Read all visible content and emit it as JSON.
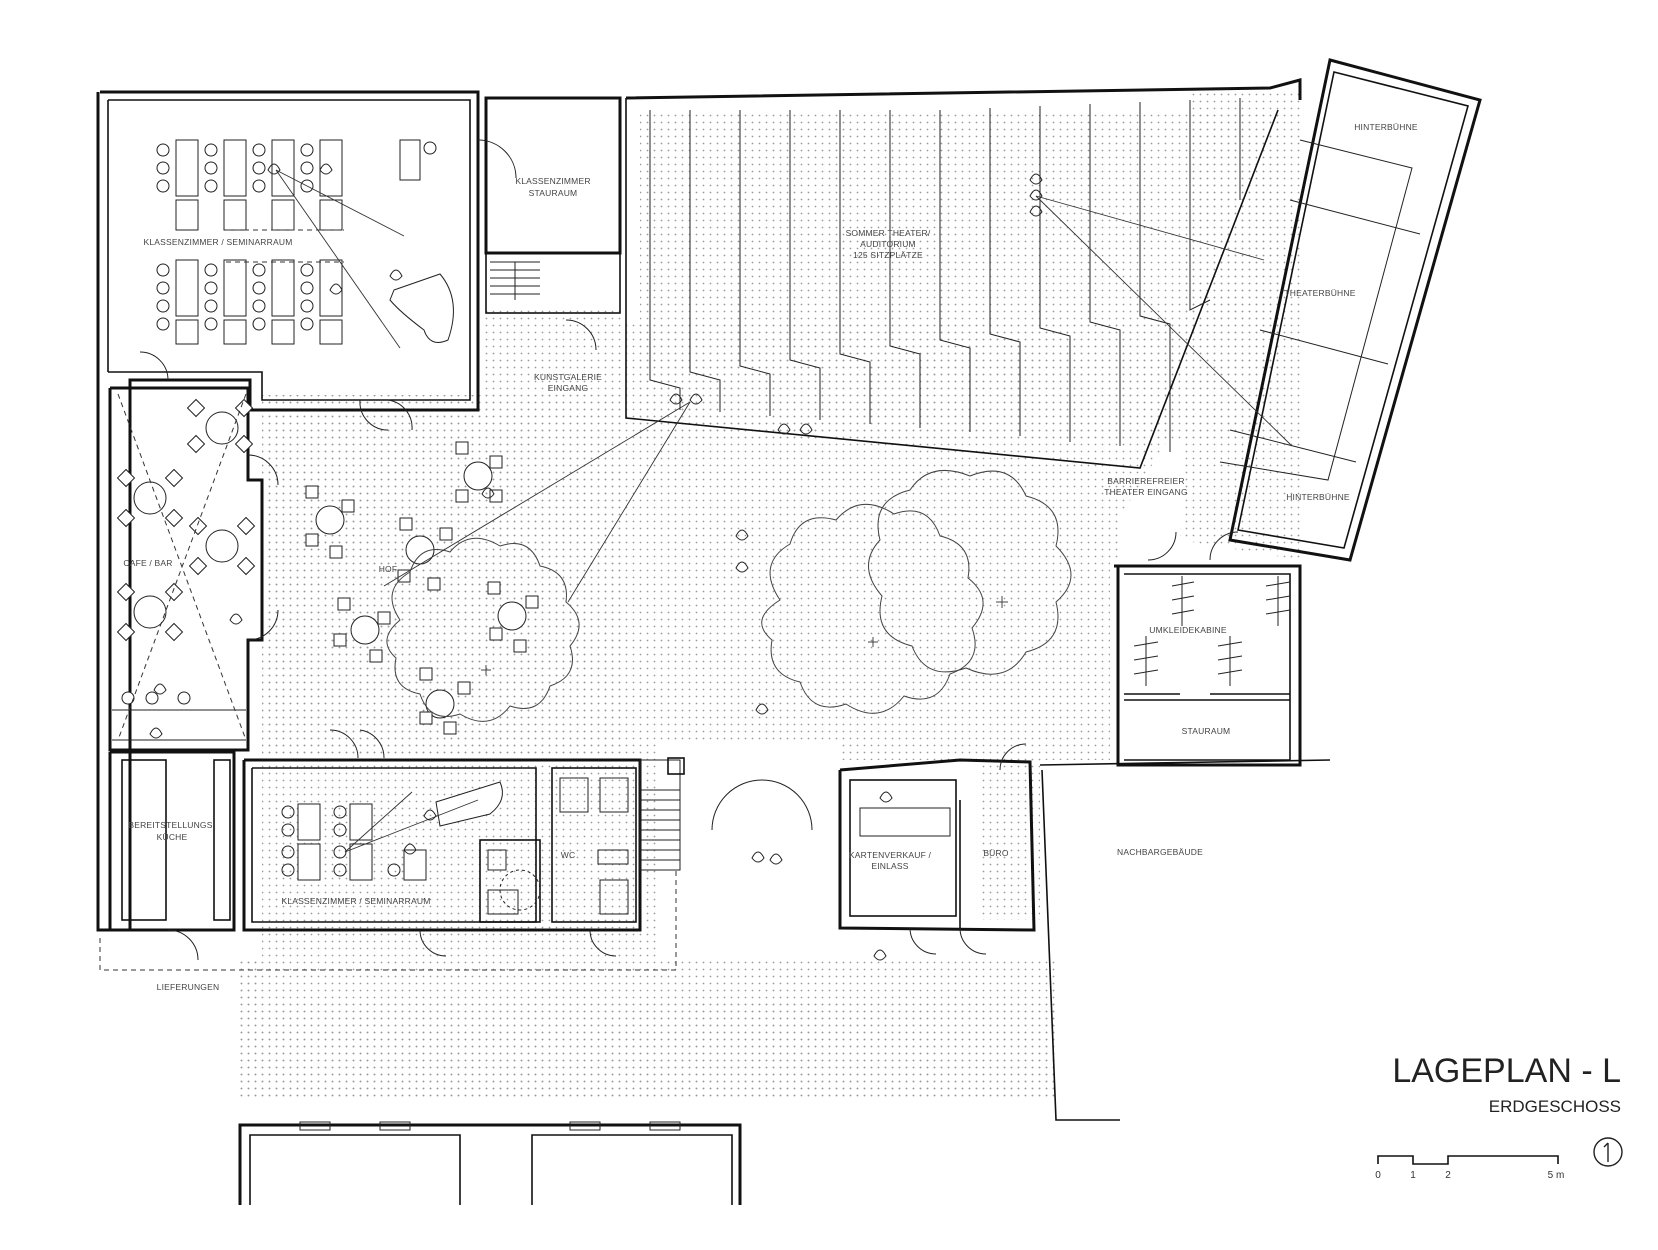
{
  "title": "LAGEPLAN - L",
  "subtitle": "ERDGESCHOSS",
  "scale_bar": {
    "ticks": [
      "0",
      "1",
      "2",
      "5 m"
    ]
  },
  "rooms": {
    "klassenzimmer_top": "KLASSENZIMMER / SEMINARRAUM",
    "klassenzimmer_stauraum_1": "KLASSENZIMMER",
    "klassenzimmer_stauraum_2": "STAURAUM",
    "sommer_theater_1": "SOMMER THEATER/",
    "sommer_theater_2": "AUDITORIUM",
    "sommer_theater_3": "125 SITZPLÄTZE",
    "kunstgalerie_1": "KUNSTGALERIE",
    "kunstgalerie_2": "EINGANG",
    "hinterbuehne_top": "HINTERBÜHNE",
    "theaterbuehne": "THEATERBÜHNE",
    "hinterbuehne_bottom": "HINTERBÜHNE",
    "barrierefrei_1": "BARRIEREFREIER",
    "barrierefrei_2": "THEATER EINGANG",
    "cafe_bar": "CAFE / BAR",
    "hof": "HOF",
    "umkleidekabine": "UMKLEIDEKABINE",
    "stauraum": "STAURAUM",
    "bereitstellung_1": "BEREITSTELLUNGS-",
    "bereitstellung_2": "KÜCHE",
    "klassenzimmer_bottom": "KLASSENZIMMER / SEMINARRAUM",
    "wc": "WC",
    "kartenverkauf_1": "KARTENVERKAUF /",
    "kartenverkauf_2": "EINLASS",
    "buero": "BÜRO",
    "nachbargebaeude": "NACHBARGEBÄUDE",
    "lieferungen": "LIEFERUNGEN"
  },
  "colors": {
    "ink": "#111111",
    "paper": "#ffffff",
    "hatch": "#9a9a9a"
  }
}
